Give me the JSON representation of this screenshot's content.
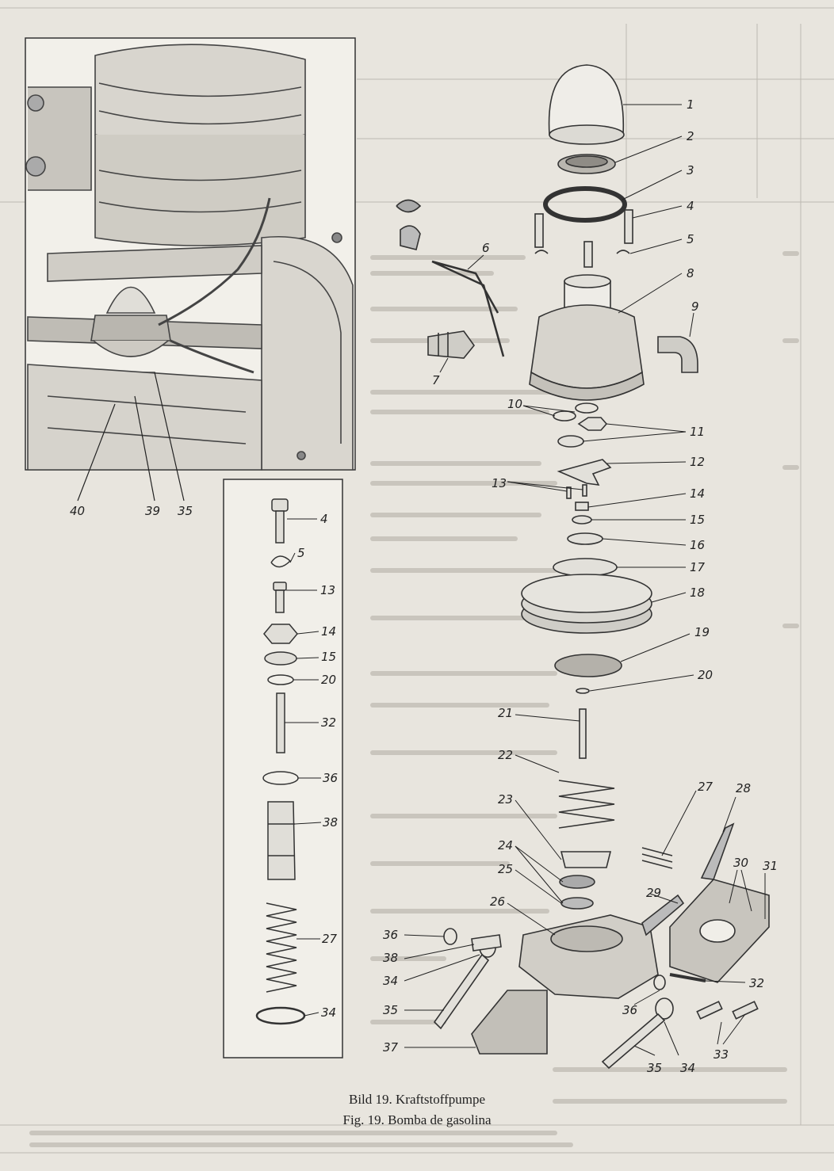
{
  "caption": {
    "de": "Bild 19. Kraftstoffpumpe",
    "es": "Fig. 19. Bomba de gasolina"
  },
  "photo_labels": [
    "40",
    "39",
    "35"
  ],
  "main_callouts": [
    "1",
    "2",
    "3",
    "4",
    "5",
    "6",
    "7",
    "8",
    "9",
    "10",
    "11",
    "12",
    "13",
    "14",
    "15",
    "16",
    "17",
    "18",
    "19",
    "20",
    "21",
    "22",
    "23",
    "24",
    "25",
    "26",
    "27",
    "28",
    "29",
    "30",
    "31",
    "32",
    "33",
    "34",
    "35",
    "36",
    "37",
    "38"
  ],
  "inset_callouts": [
    "4",
    "5",
    "13",
    "14",
    "15",
    "20",
    "32",
    "36",
    "38",
    "27",
    "34"
  ],
  "colors": {
    "paper": "#e8e5de",
    "ink": "#222222",
    "faint": "#9a968f"
  }
}
